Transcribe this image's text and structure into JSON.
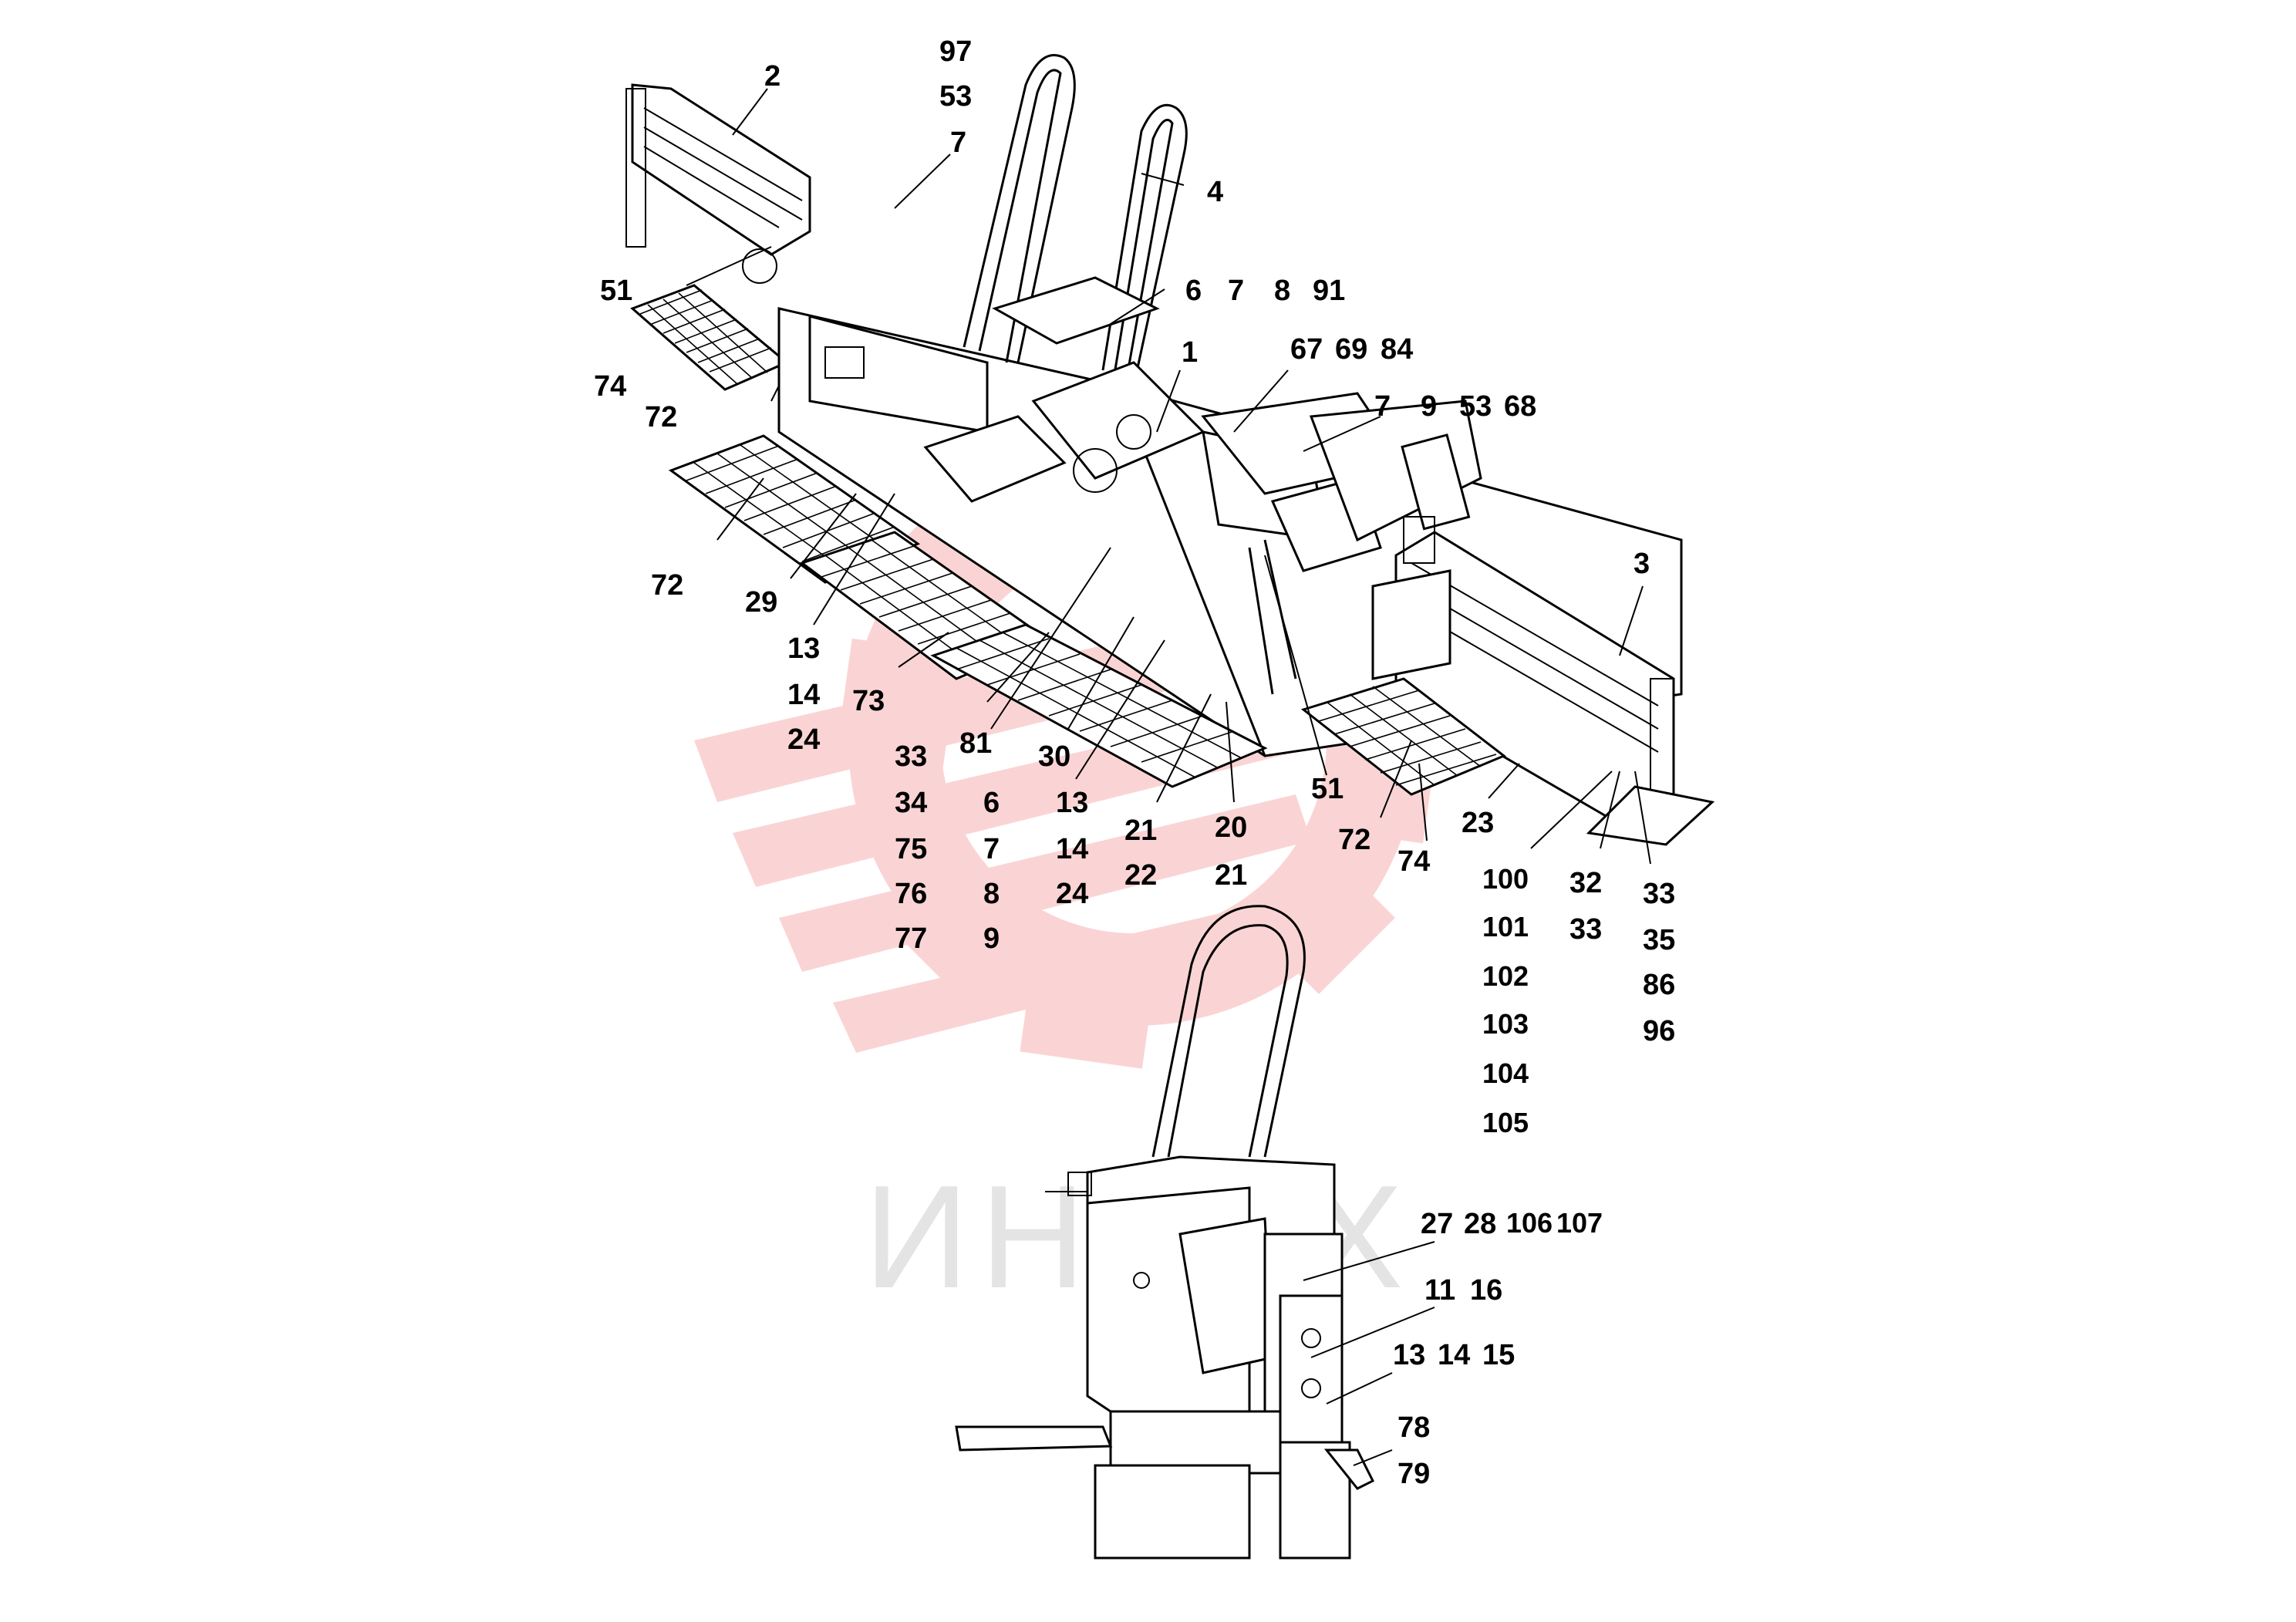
{
  "watermark": {
    "text": "ИНТЕХ",
    "color": "#f4a6a6"
  },
  "labels": [
    {
      "id": "l-2",
      "text": "2"
    },
    {
      "id": "l-97",
      "text": "97"
    },
    {
      "id": "l-53a",
      "text": "53"
    },
    {
      "id": "l-7a",
      "text": "7"
    },
    {
      "id": "l-4",
      "text": "4"
    },
    {
      "id": "l-51a",
      "text": "51"
    },
    {
      "id": "l-6a",
      "text": "6"
    },
    {
      "id": "l-7b",
      "text": "7"
    },
    {
      "id": "l-8a",
      "text": "8"
    },
    {
      "id": "l-91",
      "text": "91"
    },
    {
      "id": "l-1",
      "text": "1"
    },
    {
      "id": "l-67",
      "text": "67"
    },
    {
      "id": "l-69",
      "text": "69"
    },
    {
      "id": "l-84",
      "text": "84"
    },
    {
      "id": "l-74a",
      "text": "74"
    },
    {
      "id": "l-72a",
      "text": "72"
    },
    {
      "id": "l-7c",
      "text": "7"
    },
    {
      "id": "l-9a",
      "text": "9"
    },
    {
      "id": "l-53b",
      "text": "53"
    },
    {
      "id": "l-68",
      "text": "68"
    },
    {
      "id": "l-3",
      "text": "3"
    },
    {
      "id": "l-72b",
      "text": "72"
    },
    {
      "id": "l-29",
      "text": "29"
    },
    {
      "id": "l-13a",
      "text": "13"
    },
    {
      "id": "l-14a",
      "text": "14"
    },
    {
      "id": "l-24a",
      "text": "24"
    },
    {
      "id": "l-73",
      "text": "73"
    },
    {
      "id": "l-33a",
      "text": "33"
    },
    {
      "id": "l-81",
      "text": "81"
    },
    {
      "id": "l-30",
      "text": "30"
    },
    {
      "id": "l-51b",
      "text": "51"
    },
    {
      "id": "l-34",
      "text": "34"
    },
    {
      "id": "l-6b",
      "text": "6"
    },
    {
      "id": "l-13b",
      "text": "13"
    },
    {
      "id": "l-21a",
      "text": "21"
    },
    {
      "id": "l-20",
      "text": "20"
    },
    {
      "id": "l-72c",
      "text": "72"
    },
    {
      "id": "l-23",
      "text": "23"
    },
    {
      "id": "l-74b",
      "text": "74"
    },
    {
      "id": "l-75",
      "text": "75"
    },
    {
      "id": "l-7d",
      "text": "7"
    },
    {
      "id": "l-14b",
      "text": "14"
    },
    {
      "id": "l-22",
      "text": "22"
    },
    {
      "id": "l-21b",
      "text": "21"
    },
    {
      "id": "l-100",
      "text": "100"
    },
    {
      "id": "l-32",
      "text": "32"
    },
    {
      "id": "l-33b",
      "text": "33"
    },
    {
      "id": "l-76",
      "text": "76"
    },
    {
      "id": "l-8b",
      "text": "8"
    },
    {
      "id": "l-24b",
      "text": "24"
    },
    {
      "id": "l-101",
      "text": "101"
    },
    {
      "id": "l-33c",
      "text": "33"
    },
    {
      "id": "l-35",
      "text": "35"
    },
    {
      "id": "l-77",
      "text": "77"
    },
    {
      "id": "l-9b",
      "text": "9"
    },
    {
      "id": "l-102",
      "text": "102"
    },
    {
      "id": "l-86",
      "text": "86"
    },
    {
      "id": "l-103",
      "text": "103"
    },
    {
      "id": "l-96",
      "text": "96"
    },
    {
      "id": "l-104",
      "text": "104"
    },
    {
      "id": "l-105",
      "text": "105"
    },
    {
      "id": "l-27",
      "text": "27"
    },
    {
      "id": "l-28",
      "text": "28"
    },
    {
      "id": "l-106",
      "text": "106"
    },
    {
      "id": "l-107",
      "text": "107"
    },
    {
      "id": "l-11",
      "text": "11"
    },
    {
      "id": "l-16",
      "text": "16"
    },
    {
      "id": "l-13c",
      "text": "13"
    },
    {
      "id": "l-14c",
      "text": "14"
    },
    {
      "id": "l-15",
      "text": "15"
    },
    {
      "id": "l-78",
      "text": "78"
    },
    {
      "id": "l-79",
      "text": "79"
    }
  ]
}
